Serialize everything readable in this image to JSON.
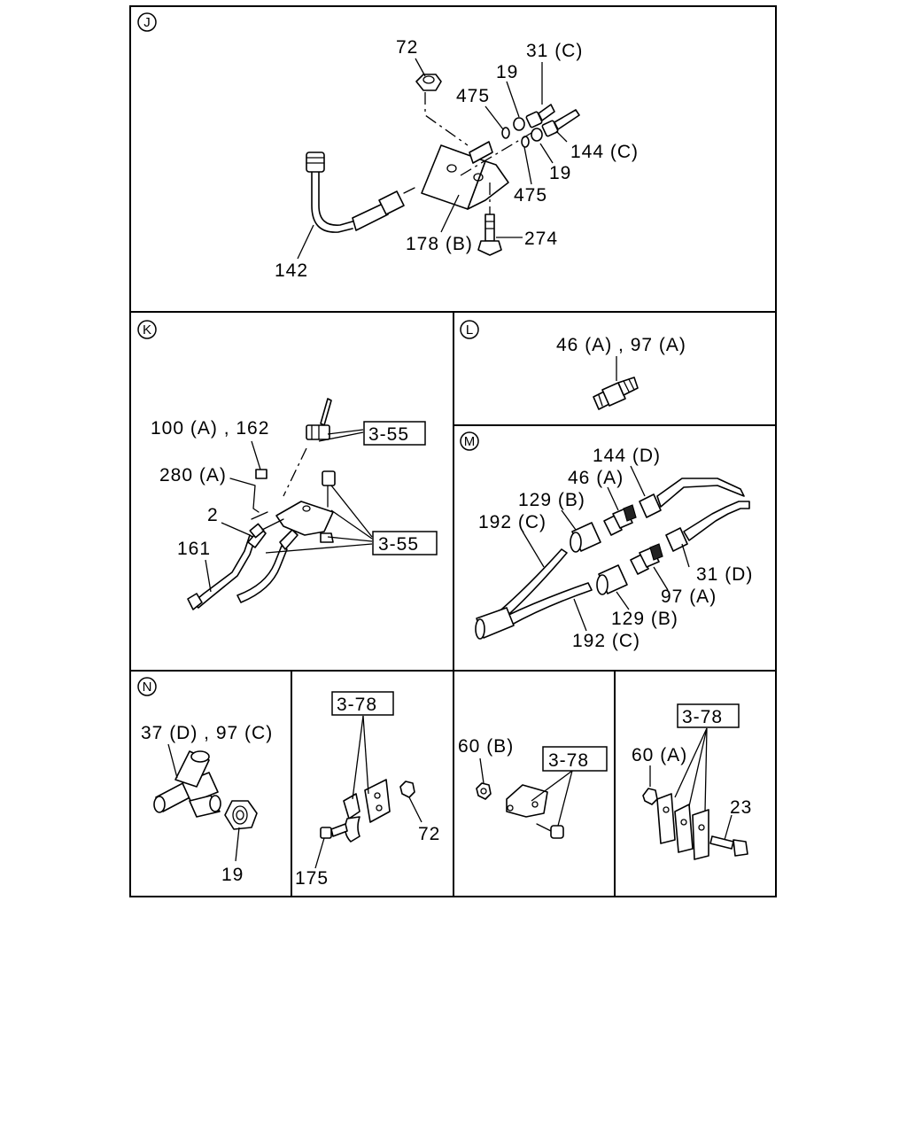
{
  "sections": {
    "J": {
      "letter": "J",
      "labels": {
        "p72": "72",
        "p31c": "31 (C)",
        "p19a": "19",
        "p475a": "475",
        "p144c": "144 (C)",
        "p19b": "19",
        "p475b": "475",
        "p178b": "178 (B)",
        "p274": "274",
        "p142": "142"
      }
    },
    "K": {
      "letter": "K",
      "labels": {
        "p100a162": "100 (A) , 162",
        "p280a": "280 (A)",
        "p2": "2",
        "p161": "161"
      },
      "refs": {
        "r1": "3-55",
        "r2": "3-55"
      }
    },
    "L": {
      "letter": "L",
      "labels": {
        "p46a97a": "46 (A) , 97 (A)"
      }
    },
    "M": {
      "letter": "M",
      "labels": {
        "p144d": "144 (D)",
        "p46a": "46 (A)",
        "p129b_top": "129 (B)",
        "p192c_top": "192 (C)",
        "p31d": "31 (D)",
        "p97a": "97 (A)",
        "p129b_bot": "129 (B)",
        "p192c_bot": "192 (C)"
      }
    },
    "N": {
      "letter": "N",
      "labels": {
        "p37d97c": "37 (D) , 97 (C)",
        "p19": "19"
      }
    },
    "N2": {
      "labels": {
        "p72": "72",
        "p175": "175"
      },
      "refs": {
        "r1": "3-78"
      }
    },
    "N3": {
      "labels": {
        "p60b": "60 (B)"
      },
      "refs": {
        "r1": "3-78"
      }
    },
    "N4": {
      "labels": {
        "p60a": "60 (A)",
        "p23": "23"
      },
      "refs": {
        "r1": "3-78"
      }
    }
  }
}
